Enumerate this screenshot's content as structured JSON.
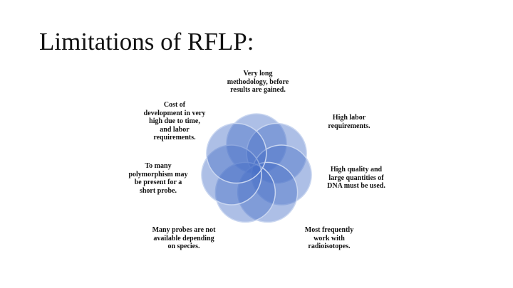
{
  "slide": {
    "title": "Limitations of RFLP:",
    "items": [
      "Very long\nmethodology, before\nresults are gained.",
      "High labor\nrequirements.",
      "High quality and\nlarge quantities of\nDNA must be used.",
      "Most frequently\nwork with\nradioisotopes.",
      "Many probes are not\navailable depending\non species.",
      "To many\npolymorphism may\nbe present for a\nshort probe.",
      "Cost of\ndevelopment in very\nhigh due to time,\nand labor\nrequirements."
    ],
    "colors": {
      "petal_fill": "#4a72c8",
      "petal_stroke": "#c9d6f0"
    }
  }
}
